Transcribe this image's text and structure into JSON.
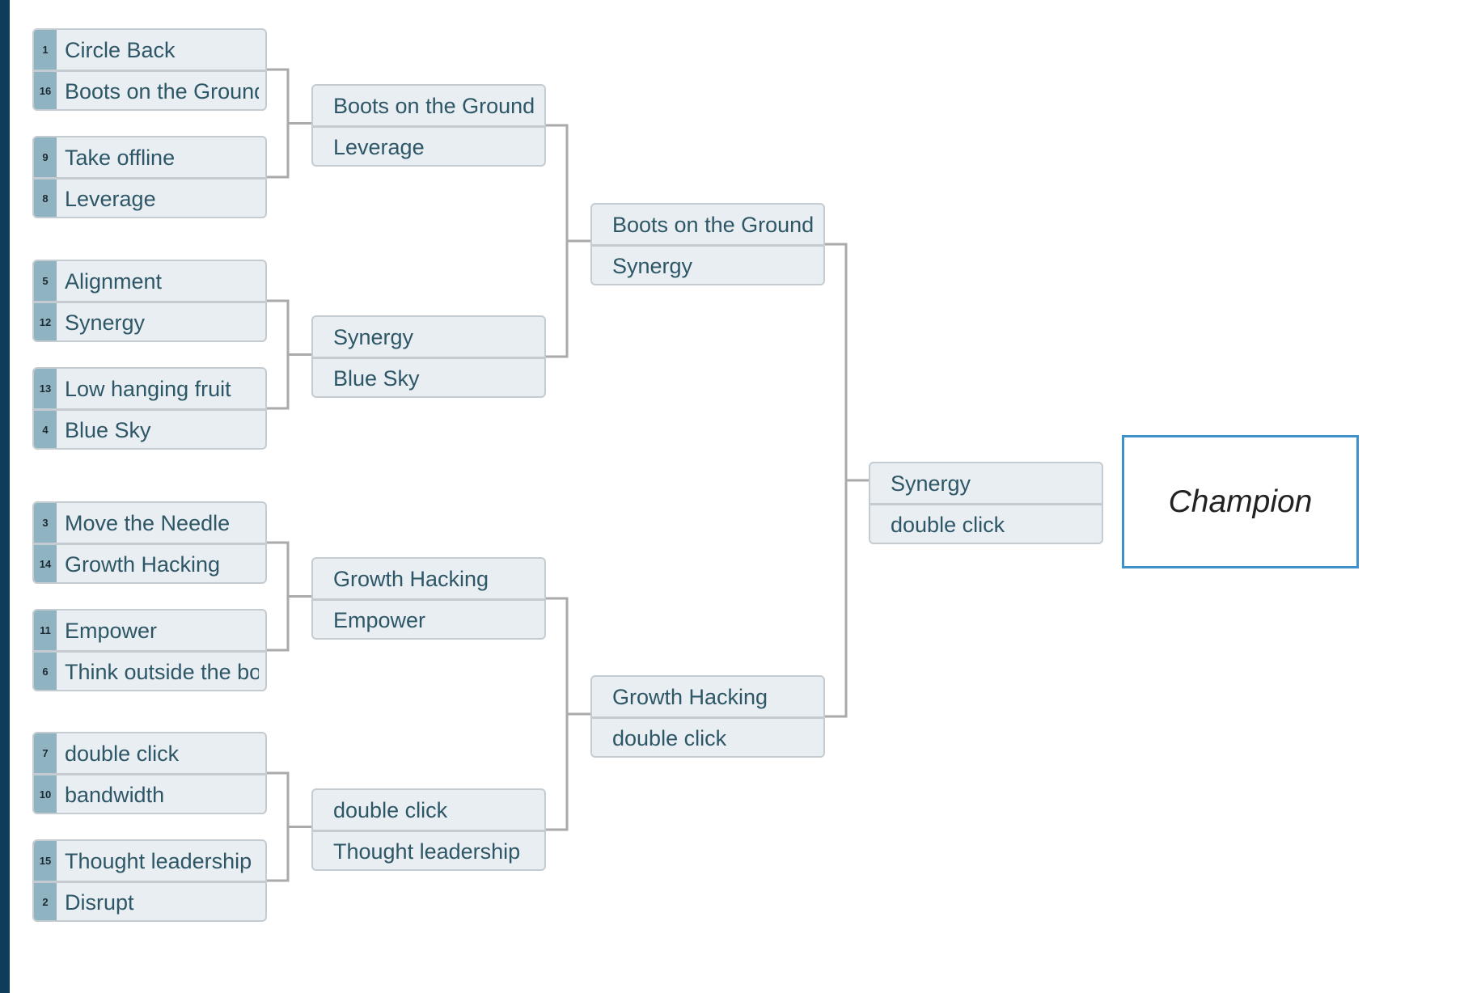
{
  "colors": {
    "side_stripe": "#0d3d5a",
    "seed_strip": "#8fb3c1",
    "row_divider": "#c4ccd2",
    "connector": "#aaaaaa",
    "champion_border": "#3f92c9"
  },
  "bracket": {
    "round1": [
      {
        "top": {
          "seed": "1",
          "name": "Circle Back"
        },
        "bottom": {
          "seed": "16",
          "name": "Boots on the Ground"
        }
      },
      {
        "top": {
          "seed": "9",
          "name": "Take offline"
        },
        "bottom": {
          "seed": "8",
          "name": "Leverage"
        }
      },
      {
        "top": {
          "seed": "5",
          "name": "Alignment"
        },
        "bottom": {
          "seed": "12",
          "name": "Synergy"
        }
      },
      {
        "top": {
          "seed": "13",
          "name": "Low hanging fruit"
        },
        "bottom": {
          "seed": "4",
          "name": "Blue Sky"
        }
      },
      {
        "top": {
          "seed": "3",
          "name": "Move the Needle"
        },
        "bottom": {
          "seed": "14",
          "name": "Growth Hacking"
        }
      },
      {
        "top": {
          "seed": "11",
          "name": "Empower"
        },
        "bottom": {
          "seed": "6",
          "name": "Think outside the box"
        }
      },
      {
        "top": {
          "seed": "7",
          "name": "double click"
        },
        "bottom": {
          "seed": "10",
          "name": "bandwidth"
        }
      },
      {
        "top": {
          "seed": "15",
          "name": "Thought leadership"
        },
        "bottom": {
          "seed": "2",
          "name": "Disrupt"
        }
      }
    ],
    "round2": [
      {
        "top": {
          "name": "Boots on the Ground"
        },
        "bottom": {
          "name": "Leverage"
        }
      },
      {
        "top": {
          "name": "Synergy"
        },
        "bottom": {
          "name": "Blue Sky"
        }
      },
      {
        "top": {
          "name": "Growth Hacking"
        },
        "bottom": {
          "name": "Empower"
        }
      },
      {
        "top": {
          "name": "double click"
        },
        "bottom": {
          "name": "Thought leadership"
        }
      }
    ],
    "round3": [
      {
        "top": {
          "name": "Boots on the Ground"
        },
        "bottom": {
          "name": "Synergy"
        }
      },
      {
        "top": {
          "name": "Growth Hacking"
        },
        "bottom": {
          "name": "double click"
        }
      }
    ],
    "final": [
      {
        "top": {
          "name": "Synergy"
        },
        "bottom": {
          "name": "double click"
        }
      }
    ],
    "champion_label": "Champion"
  }
}
